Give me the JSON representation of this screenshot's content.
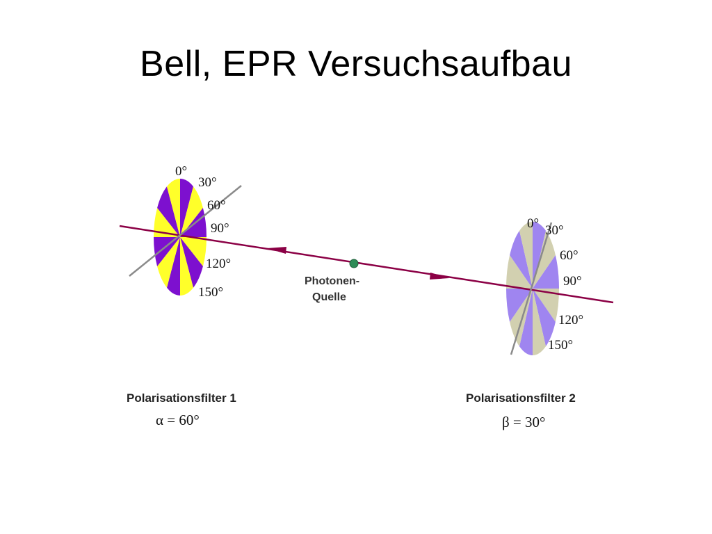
{
  "slide": {
    "title": "Bell, EPR Versuchsaufbau"
  },
  "diagram": {
    "source_label_1": "Photonen-",
    "source_label_2": "Quelle",
    "filter1": {
      "name": "Polarisationsfilter 1",
      "angle": "α = 60°",
      "ticks": [
        "0°",
        "30°",
        "60°",
        "90°",
        "120°",
        "150°"
      ],
      "colors": [
        "#7d10cf",
        "#ffff2a"
      ]
    },
    "filter2": {
      "name": "Polarisationsfilter 2",
      "angle": "β = 30°",
      "ticks": [
        "0°",
        "30°",
        "60°",
        "90°",
        "120°",
        "150°"
      ],
      "colors": [
        "#9f85f0",
        "#d2d0b0"
      ]
    },
    "beam_color": "#8b0045",
    "source_color": "#2e8b57"
  }
}
